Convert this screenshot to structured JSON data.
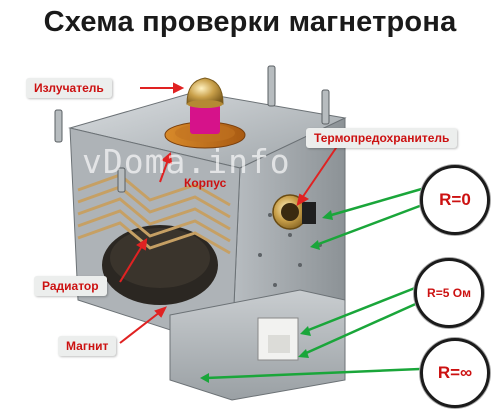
{
  "title": "Схема проверки магнетрона",
  "watermark": "vDoma.info",
  "labels": {
    "emitter": "Излучатель",
    "body": "Корпус",
    "thermal_fuse": "Термопредохранитель",
    "radiator": "Радиатор",
    "magnet": "Магнит"
  },
  "measurements": {
    "r0": "R=0",
    "r5": "R=5 Ом",
    "rinf": "R=∞"
  },
  "colors": {
    "label_text": "#cc1111",
    "arrow_green": "#1aa63a",
    "arrow_red": "#e02222"
  }
}
